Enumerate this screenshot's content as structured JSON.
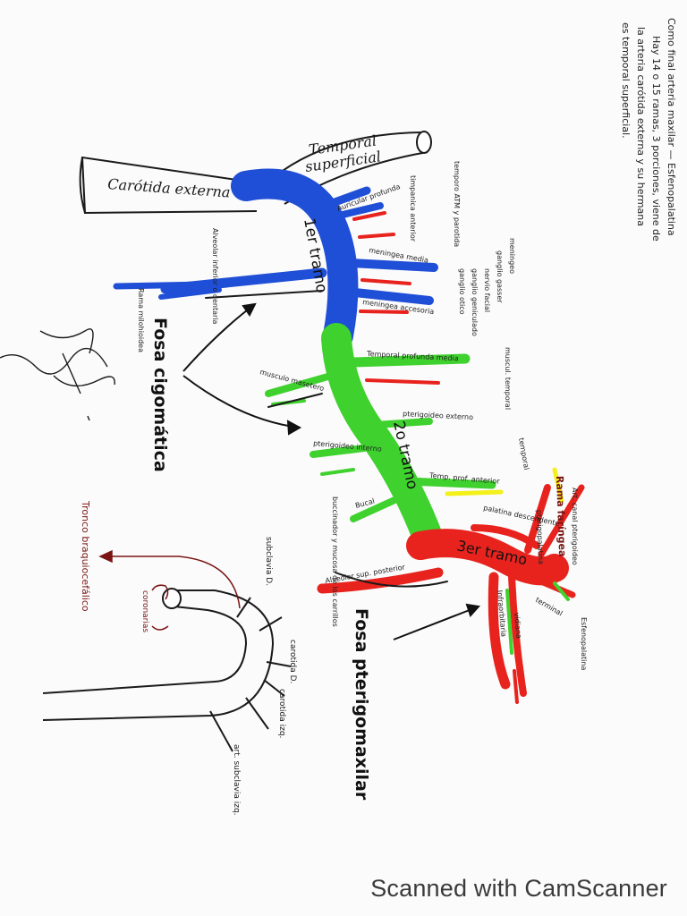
{
  "notes": {
    "line1": "Como final arteria maxilar — Esfenopalatina",
    "line2": "Hay 14 o 15 ramas, 3 porciones, viene de",
    "line3": "la arteria carótida externa y su hermana",
    "line4": "es temporal superficial."
  },
  "labels": {
    "carotida": "Carótida externa",
    "temporal1": "Temporal",
    "temporal2": "superficial",
    "tramo1": "1er tramo",
    "tramo2": "2o tramo",
    "tramo3": "3er tramo",
    "fosa_cig": "Fosa cigomática",
    "fosa_pter": "Fosa pterigomaxilar",
    "tronco": "Tronco braquiocefálico",
    "rama_faringea": "Rama faríngea"
  },
  "branches": {
    "temporo_atm": "temporo ATM y parotida",
    "auricular": "Auricular profunda",
    "timpanica": "timpanica anterior",
    "men_media": "meningea media",
    "men_accesoria": "meningea accesoria",
    "alveolar_inf": "Alveolar inferior o dentaria",
    "rama_milo": "Rama milohioidea",
    "meningeo": "meningeo",
    "ganglio_gasser": "ganglio gasser",
    "nervio_facial": "nervio facial",
    "ganglio_geniculado": "ganglio geniculado",
    "ganglio_otico": "ganglio otico",
    "temp_prof_media": "Temporal profunda media",
    "musculo_temporal": "muscul. temporal",
    "musculo_masetero": "musculo masetero",
    "pterigoideo_ext": "pterigoideo externo",
    "pterigoideo_int": "pterigoideo interno",
    "temp_prof_ant": "Temp. prof. anterior",
    "temporal_small": "temporal",
    "bucal": "Bucal",
    "buccinador": "buccinador y mucosa de los carrillos",
    "alveolar_sup": "Alveolar sup. posterior",
    "palatina_desc": "palatina descendente",
    "infraorbitaria": "Infraorbitaria",
    "pterigopalatina": "pterigopalatina",
    "vidiana": "vidiana",
    "esfenopalatina": "Esfenopalatina",
    "art_canal": "Art. canal pterigoideo",
    "terminal": "terminal"
  },
  "arch": {
    "subclavia_d": "subclavia D.",
    "carotida_d": "carotida D.",
    "carotida_izq": "carotida izq.",
    "subclavia_izq": "art. subclavia izq.",
    "coronarias": "coronarias"
  },
  "colors": {
    "tramo1": "#1f4fd6",
    "tramo2": "#3fd12e",
    "tramo3": "#e8231e",
    "ink": "#1a1a1a",
    "dark_red": "#7a1414",
    "highlight_yellow": "#f3f01a"
  },
  "footer": {
    "watermark": "Scanned with CamScanner"
  },
  "signature": {
    "kind": "handwritten-signature"
  }
}
